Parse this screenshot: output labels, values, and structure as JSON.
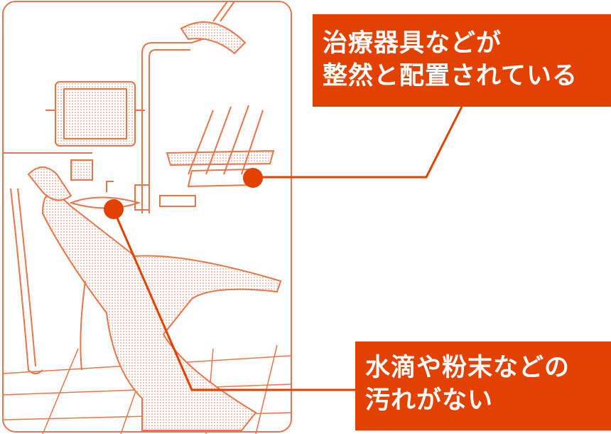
{
  "colors": {
    "accent": "#e24100",
    "line": "#e8764a",
    "fill": "#fbe3d8"
  },
  "callouts": [
    {
      "lines": [
        "治療器具などが",
        "整然と配置されている"
      ]
    },
    {
      "lines": [
        "水滴や粉末などの",
        "汚れがない"
      ]
    }
  ]
}
